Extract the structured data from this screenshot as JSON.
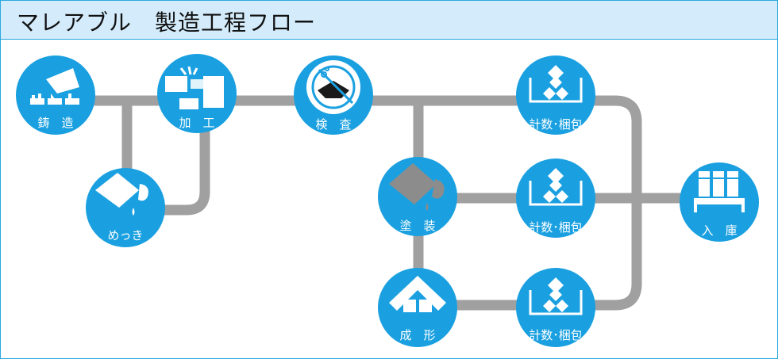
{
  "title": "マレアブル　製造工程フロー",
  "colors": {
    "accent": "#1aa0e0",
    "line": "#a0a0a0",
    "header_bg": "#d3ebfa",
    "border": "#29a8e0"
  },
  "nodes": {
    "casting": {
      "label": "鋳　造",
      "icon": "pouring-ladle-icon"
    },
    "plating": {
      "label": "めっき",
      "icon": "plating-dip-icon"
    },
    "machining": {
      "label": "加　工",
      "icon": "machining-tool-icon"
    },
    "inspection": {
      "label": "検　査",
      "icon": "magnifier-inspection-icon"
    },
    "painting": {
      "label": "塗　装",
      "icon": "paint-bucket-icon"
    },
    "forming": {
      "label": "成　形",
      "icon": "bent-pipe-icon"
    },
    "pack1": {
      "label": "計数･梱包",
      "icon": "box-packing-icon"
    },
    "pack2": {
      "label": "計数･梱包",
      "icon": "box-packing-icon"
    },
    "pack3": {
      "label": "計数･梱包",
      "icon": "box-packing-icon"
    },
    "storage": {
      "label": "入　庫",
      "icon": "warehouse-shelf-icon"
    }
  }
}
